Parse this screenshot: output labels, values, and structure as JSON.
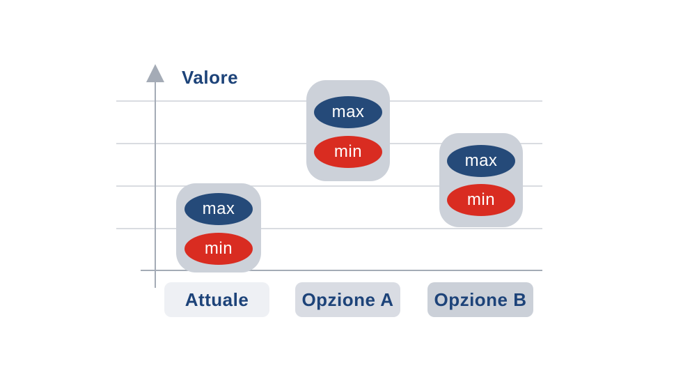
{
  "axis": {
    "label": "Valore"
  },
  "groups": [
    {
      "id": "attuale",
      "label": "Attuale",
      "max_label": "max",
      "min_label": "min"
    },
    {
      "id": "opzione-a",
      "label": "Opzione A",
      "max_label": "max",
      "min_label": "min"
    },
    {
      "id": "opzione-b",
      "label": "Opzione B",
      "max_label": "max",
      "min_label": "min"
    }
  ],
  "icons": {
    "y_axis_arrow": "arrow-up-icon"
  },
  "colors": {
    "max_fill": "#254a79",
    "min_fill": "#d92c21",
    "range_box": "#ccd1d9",
    "label_attuale_bg": "#eef0f4",
    "label_opzione_a_bg": "#d9dce3",
    "label_opzione_b_bg": "#cbd0d8",
    "text_navy": "#1d4379",
    "axis_gray": "#a4abb6",
    "gridline_gray": "#d9dce1"
  },
  "chart_data": {
    "type": "range-comparison",
    "title": "Valore",
    "ylabel": "Valore",
    "xlabel": "",
    "categories": [
      "Attuale",
      "Opzione A",
      "Opzione B"
    ],
    "series": [
      {
        "name": "max",
        "values": [
          1.4,
          3.7,
          2.6
        ],
        "color": "#254a79"
      },
      {
        "name": "min",
        "values": [
          0.5,
          2.8,
          1.7
        ],
        "color": "#d92c21"
      }
    ],
    "value_units": "gridline units (no numeric scale shown; estimated from gridlines, baseline = 0, each gridline = 1)",
    "ylim": [
      0,
      5
    ],
    "grid": true,
    "legend_position": "none",
    "notes": "Qualitative min/max range chart; each option shown as a gray rounded box containing a navy 'max' ellipse above a red 'min' ellipse"
  }
}
